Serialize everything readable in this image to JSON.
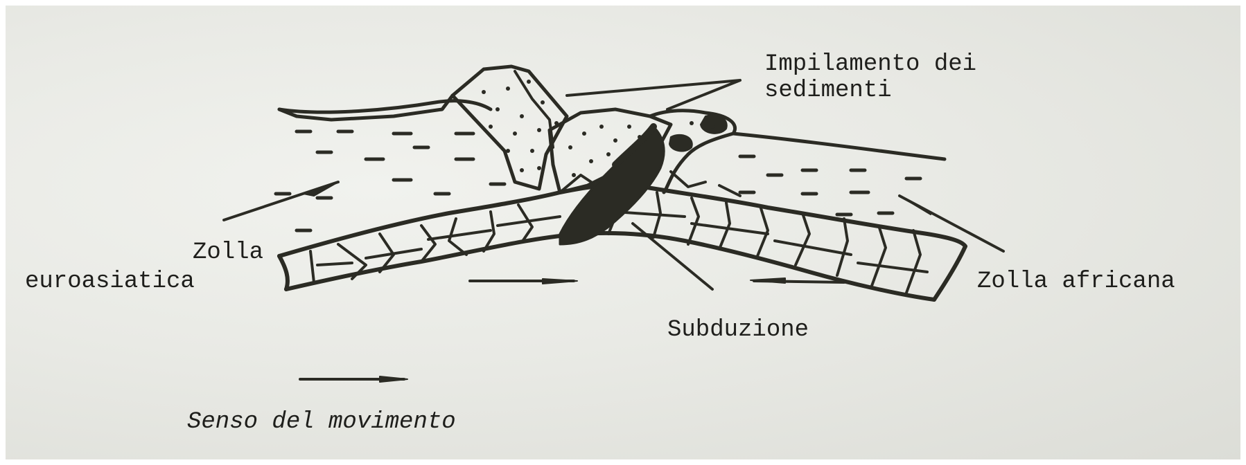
{
  "labels": {
    "impilamento": "Impilamento dei",
    "sedimenti": "sedimenti",
    "zolla_euro_1": "Zolla",
    "zolla_euro_2": "euroasiatica",
    "zolla_africana": "Zolla africana",
    "subduzione": "Subduzione",
    "senso_movimento": "Senso del movimento"
  },
  "colors": {
    "ink": "#2b2b24",
    "paper": "#e9eae5",
    "text": "#1e1e1b"
  }
}
